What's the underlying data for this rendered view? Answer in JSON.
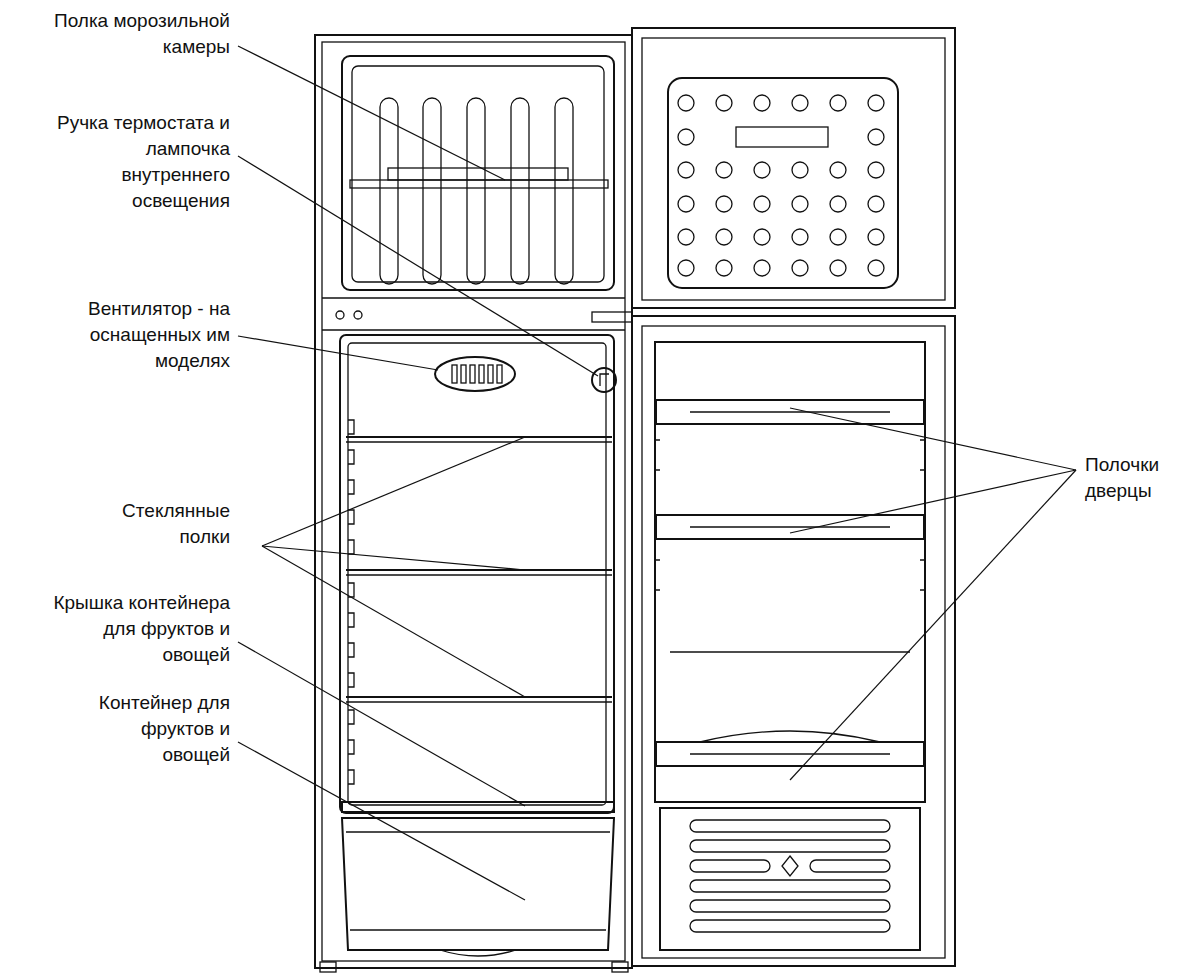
{
  "diagram": {
    "labels": [
      "Полка морозильной камеры",
      "Ручка термостата и лампочка внутреннего освещения",
      "Вентилятор - на оснащенных им моделях",
      "Стеклянные полки",
      "Крышка контейнера для фруктов и овощей",
      "Контейнер для фруктов и овощей",
      "Полочки дверцы"
    ]
  }
}
